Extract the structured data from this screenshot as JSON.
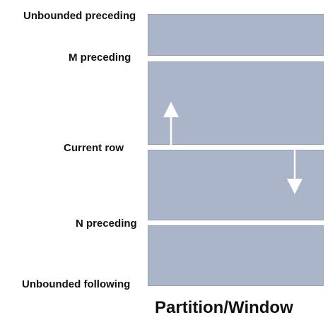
{
  "labels": {
    "unbounded_preceding": "Unbounded preceding",
    "m_preceding": "M preceding",
    "current_row": "Current row",
    "n_preceding": "N preceding",
    "unbounded_following": "Unbounded following"
  },
  "caption": "Partition/Window",
  "colors": {
    "block_fill": "#aab5c9",
    "arrow": "#ffffff",
    "text": "#111111"
  }
}
